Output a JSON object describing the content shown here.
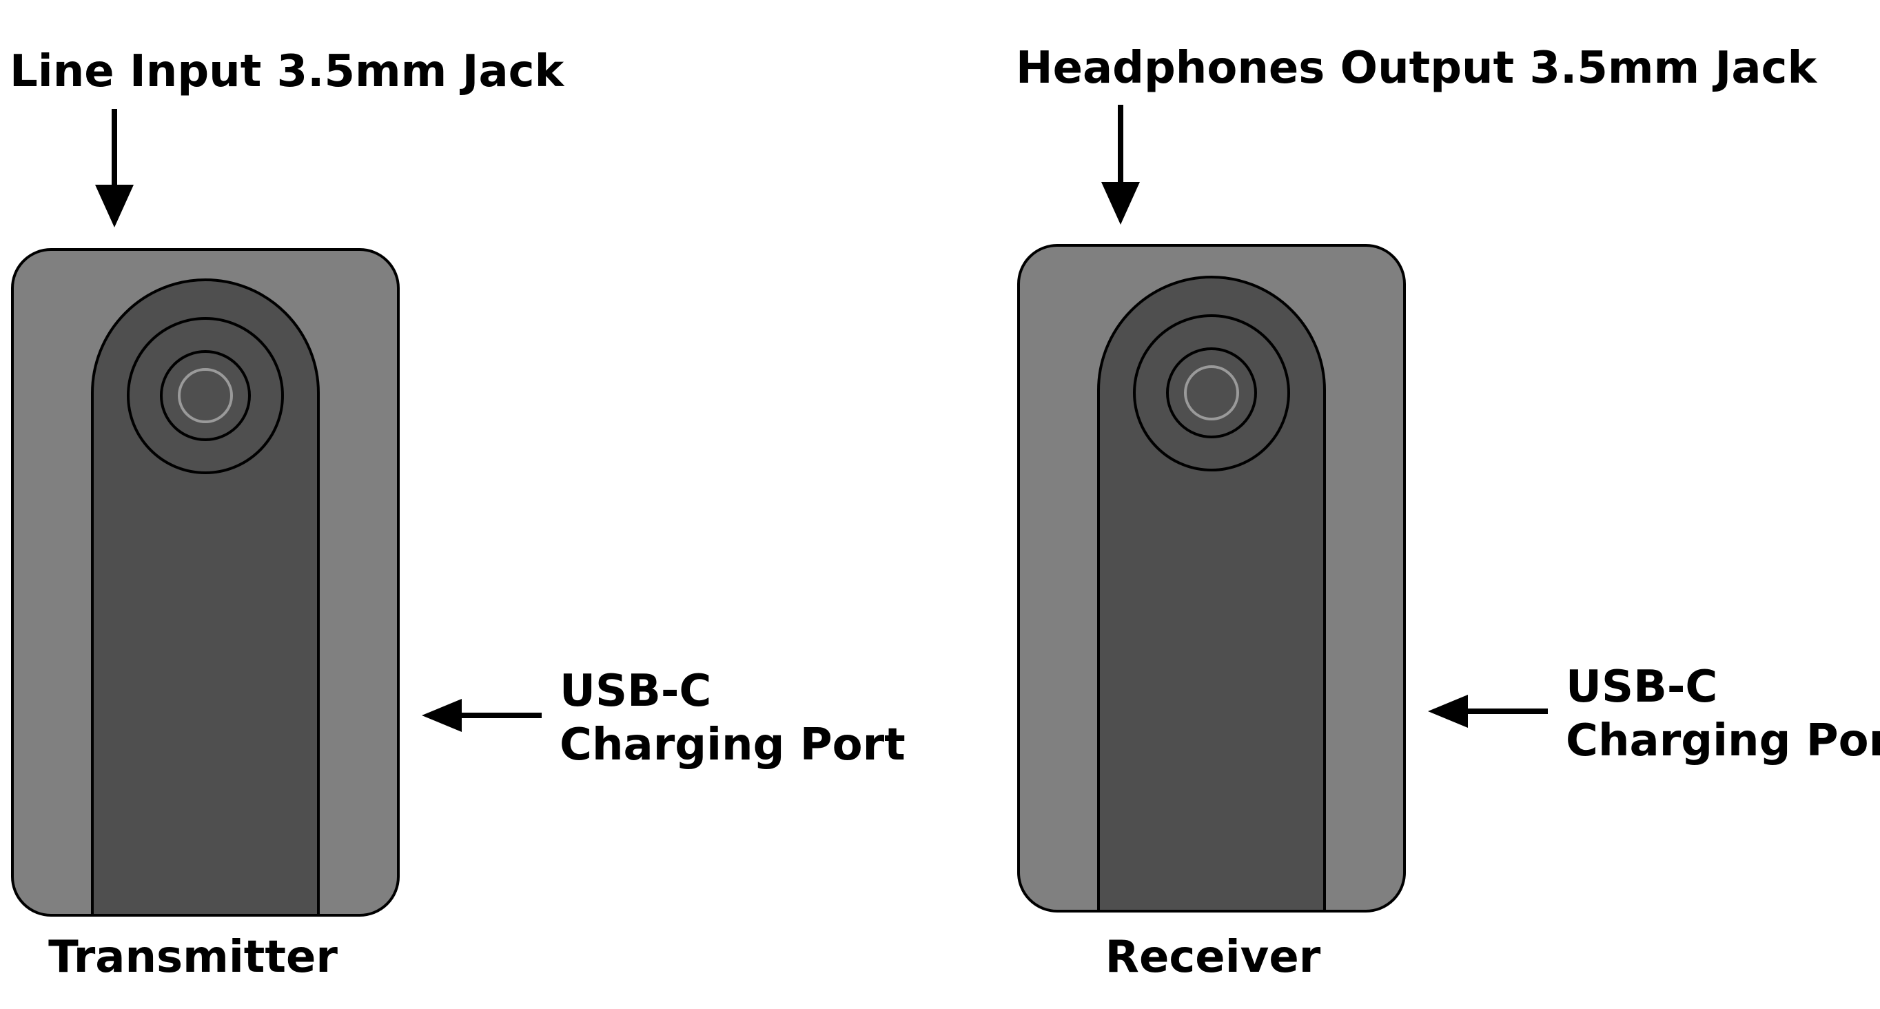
{
  "devices": [
    {
      "name": "Transmitter",
      "jack_label": "Line Input 3.5mm Jack",
      "port_label_line1": "USB-C",
      "port_label_line2": "Charging Port"
    },
    {
      "name": "Receiver",
      "jack_label": "Headphones Output 3.5mm Jack",
      "port_label_line1": "USB-C",
      "port_label_line2": "Charging Port"
    }
  ],
  "colors": {
    "housing": "#808080",
    "body_strip": "#4f4f4f",
    "jack_core_ring": "#9a9a9a",
    "outline": "#000000",
    "text": "#000000"
  }
}
